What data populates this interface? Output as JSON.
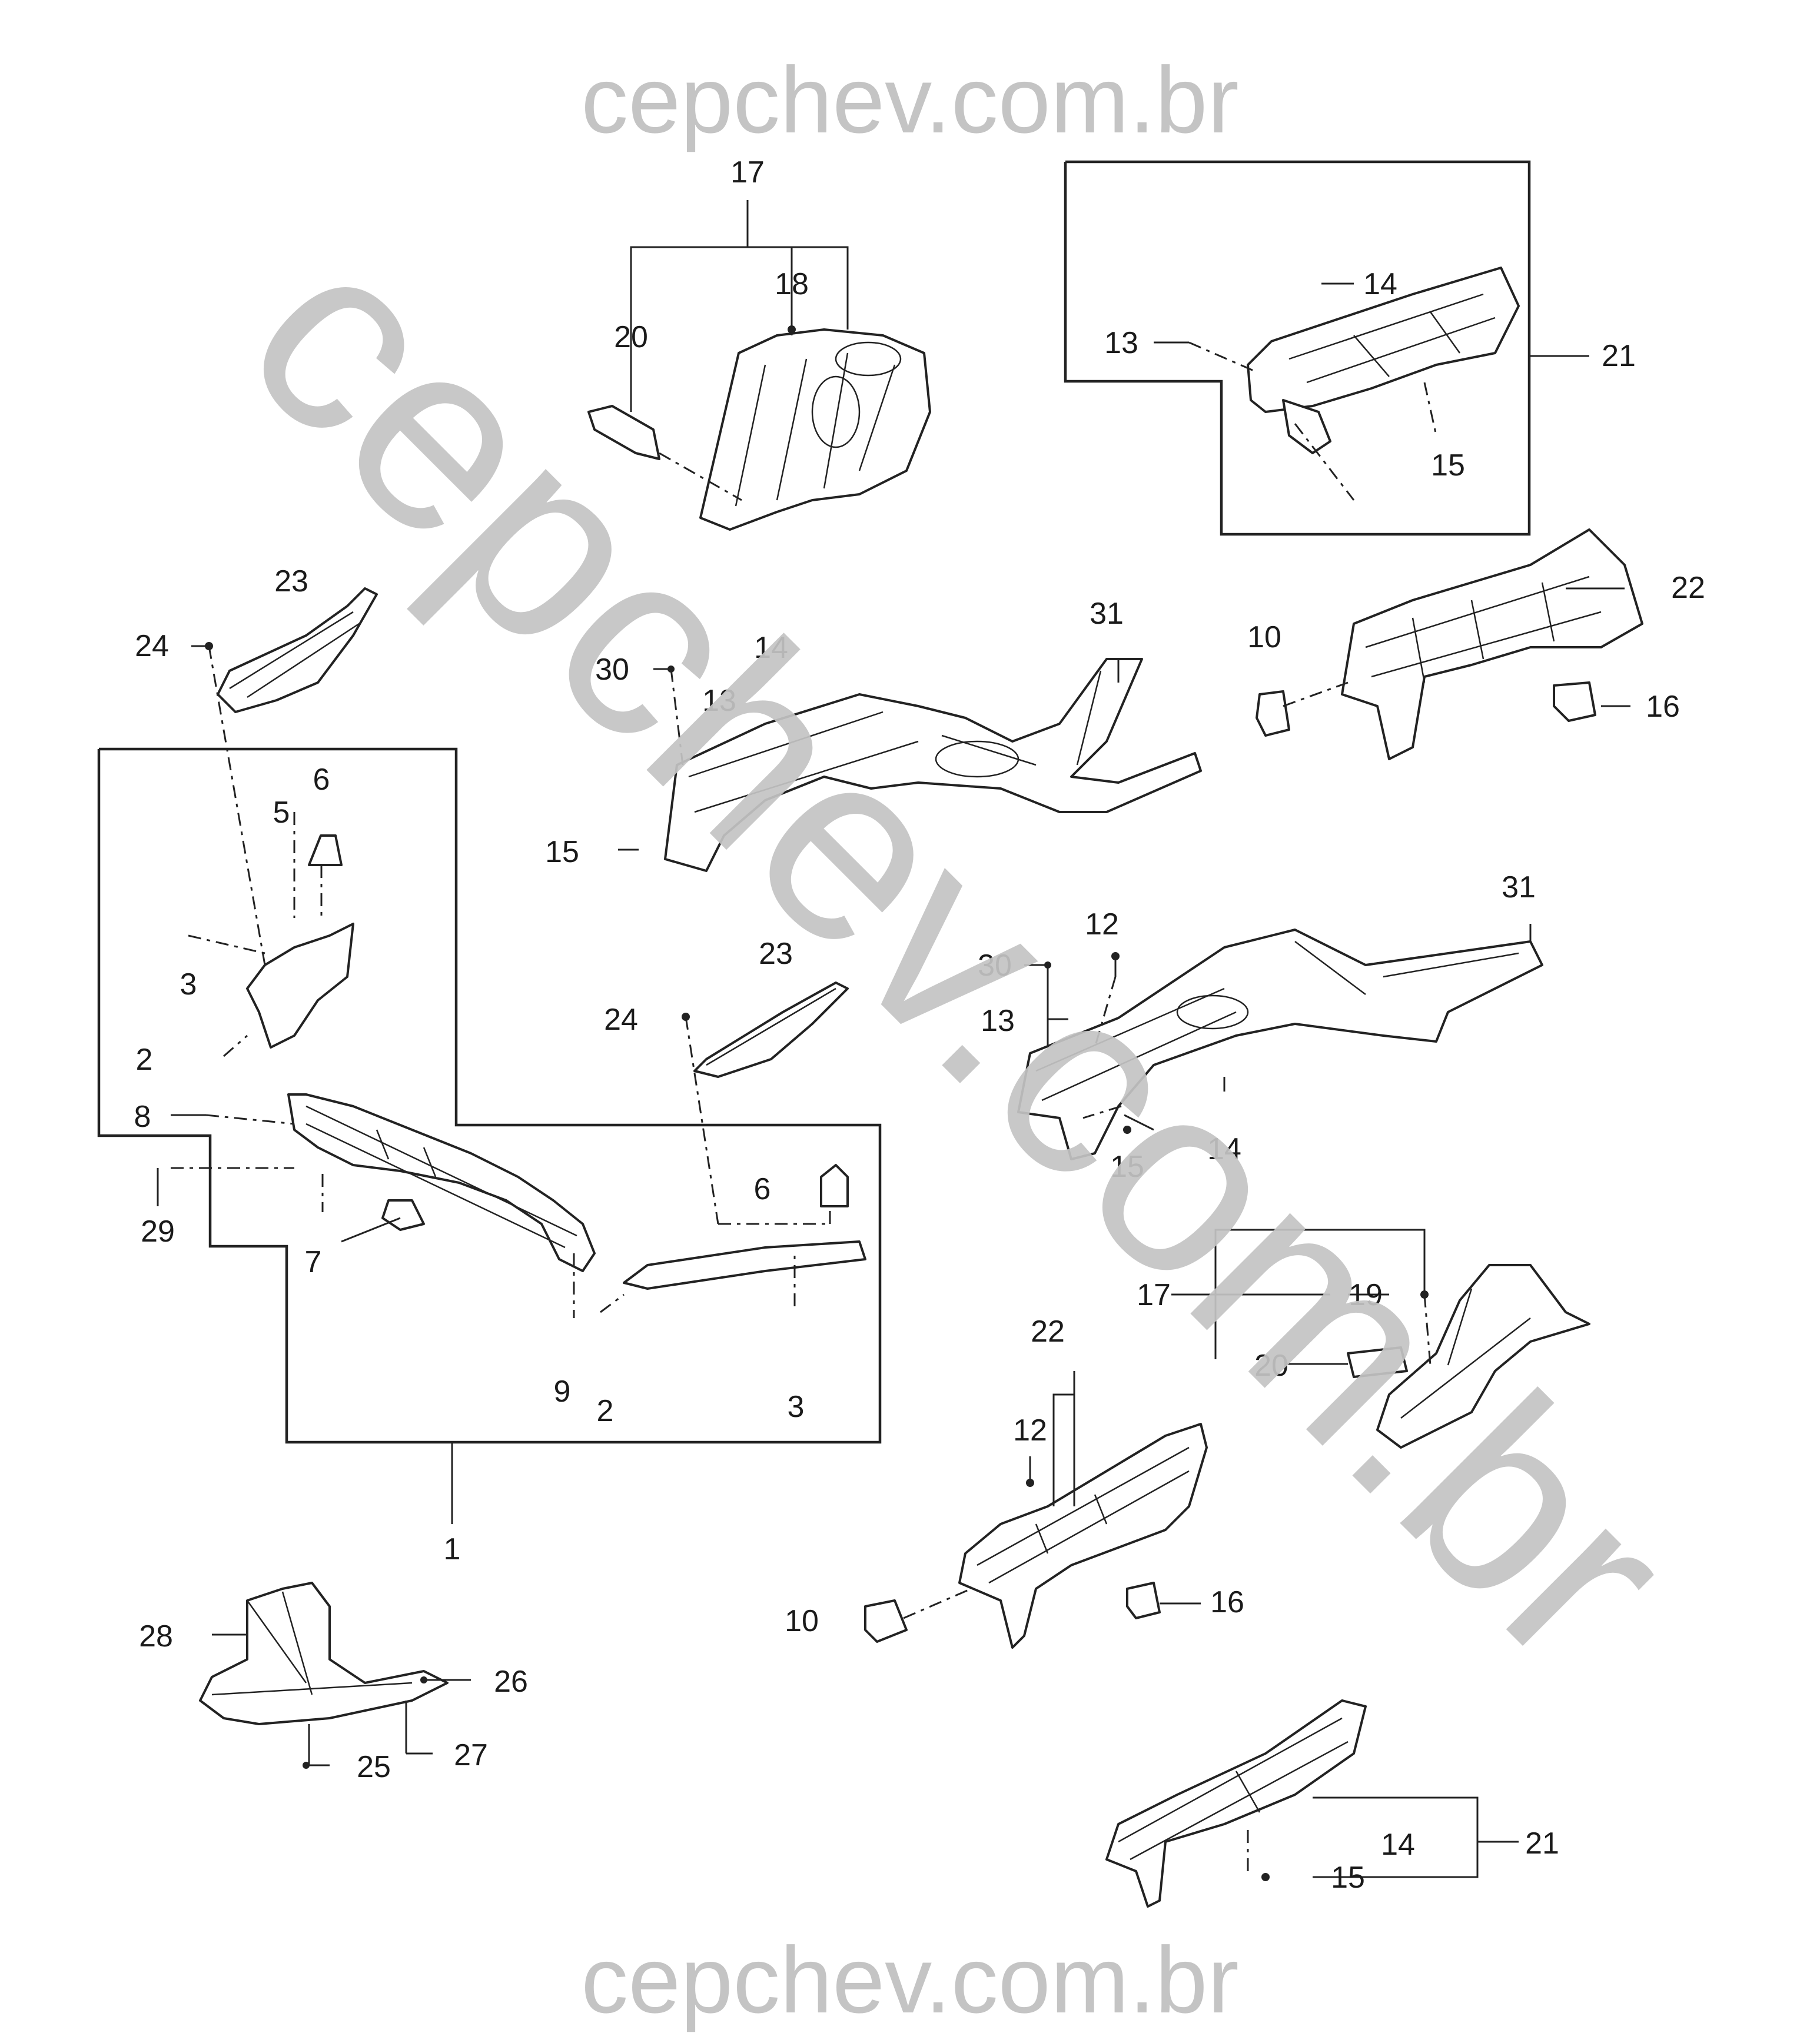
{
  "watermark": {
    "top": "cepchev.com.br",
    "bottom": "cepchev.com.br",
    "diagonal": "cepchev.com.br",
    "color": "#c4c4c4"
  },
  "callouts": {
    "n1": "1",
    "n2a": "2",
    "n2b": "2",
    "n3a": "3",
    "n3b": "3",
    "n5": "5",
    "n6a": "6",
    "n6b": "6",
    "n7": "7",
    "n8": "8",
    "n9": "9",
    "n10a": "10",
    "n10b": "10",
    "n12a": "12",
    "n12b": "12",
    "n13a": "13",
    "n13b": "13",
    "n13c": "13",
    "n14a": "14",
    "n14b": "14",
    "n14c": "14",
    "n14d": "14",
    "n15a": "15",
    "n15b": "15",
    "n15c": "15",
    "n15d": "15",
    "n16a": "16",
    "n16b": "16",
    "n17a": "17",
    "n17b": "17",
    "n18": "18",
    "n19": "19",
    "n20a": "20",
    "n20b": "20",
    "n21a": "21",
    "n21b": "21",
    "n22a": "22",
    "n22b": "22",
    "n23a": "23",
    "n23b": "23",
    "n24a": "24",
    "n24b": "24",
    "n25": "25",
    "n26": "26",
    "n27": "27",
    "n28": "28",
    "n29": "29",
    "n30a": "30",
    "n30b": "30",
    "n31a": "31",
    "n31b": "31"
  }
}
